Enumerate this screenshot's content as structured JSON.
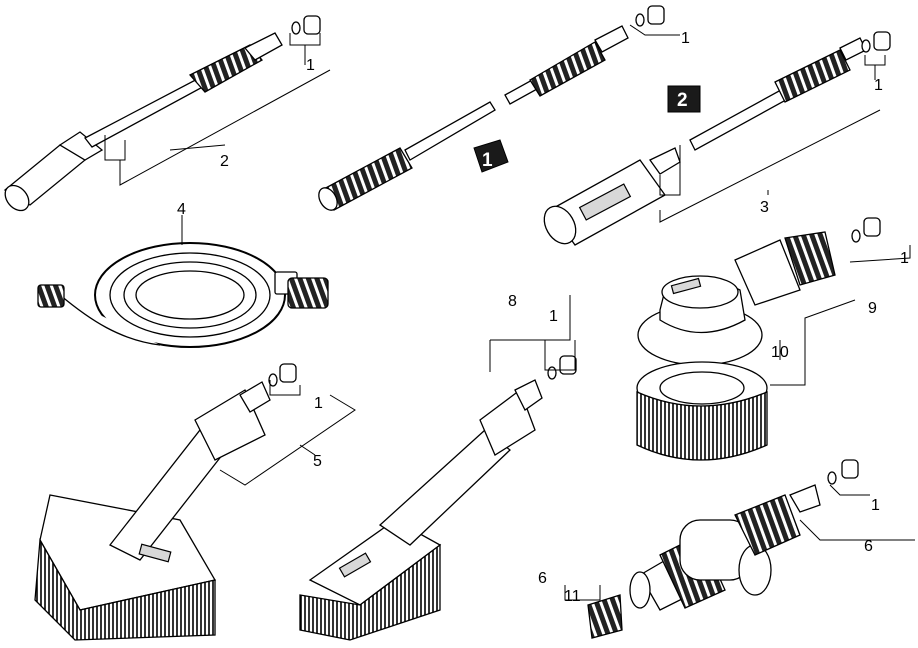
{
  "labels": {
    "l1a": "1",
    "l1b": "1",
    "l1c": "1",
    "l1d": "1",
    "l1e": "1",
    "l1f": "1",
    "l1g": "1",
    "l2": "2",
    "l3": "3",
    "l4": "4",
    "l5": "5",
    "l6a": "6",
    "l6b": "6",
    "l8": "8",
    "l9": "9",
    "l10": "10",
    "l11": "11"
  },
  "badges": {
    "step1": "1",
    "step2": "2"
  }
}
